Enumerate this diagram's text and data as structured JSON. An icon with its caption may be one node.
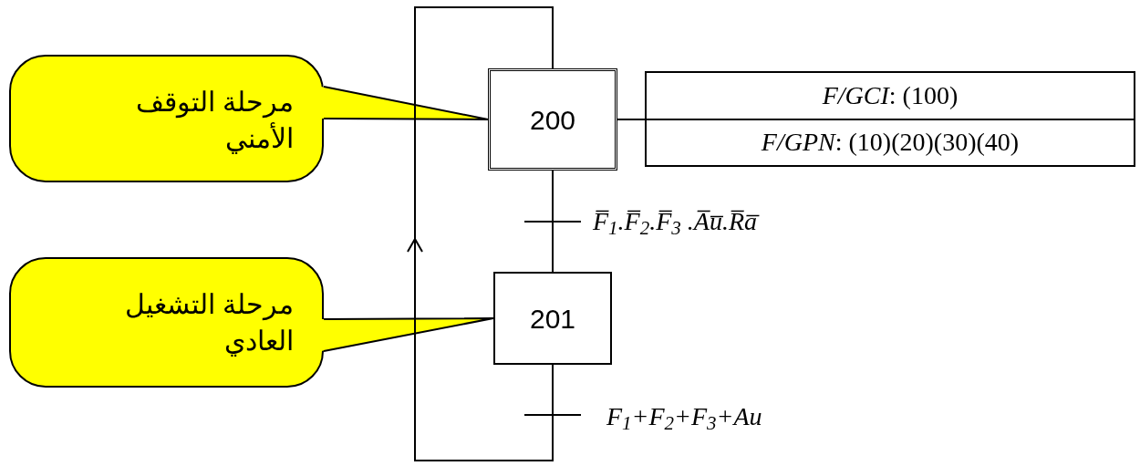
{
  "diagram": {
    "nodes": [
      {
        "text": [
          "مرحلة التوقف الأمني"
        ]
      },
      {
        "text": [
          "200"
        ]
      },
      {
        "text": [
          "*F/GCI*: (100)",
          "*F/GPN*: (10)(20)(30)(40)"
        ]
      },
      {
        "text": [
          "مرحلة التشغيل العادي"
        ]
      },
      {
        "text": [
          "201"
        ]
      }
    ],
    "edges": [
      {
        "from": 0,
        "to": 1,
        "arrow": "none"
      },
      {
        "from": 1,
        "to": 2,
        "arrow": "none"
      },
      {
        "from": 1,
        "to": 4,
        "arrow": "none",
        "label": "F̅$_{1}$.F̅$_{2}$.F̅$_{3}$ .A̅u̅.R̅a̅"
      },
      {
        "from": 3,
        "to": 4,
        "arrow": "none"
      },
      {
        "from": 4,
        "to": 1,
        "arrow": "to",
        "label": "F$_{1}$+F$_{2}$+F$_{3}$+Au"
      }
    ]
  }
}
